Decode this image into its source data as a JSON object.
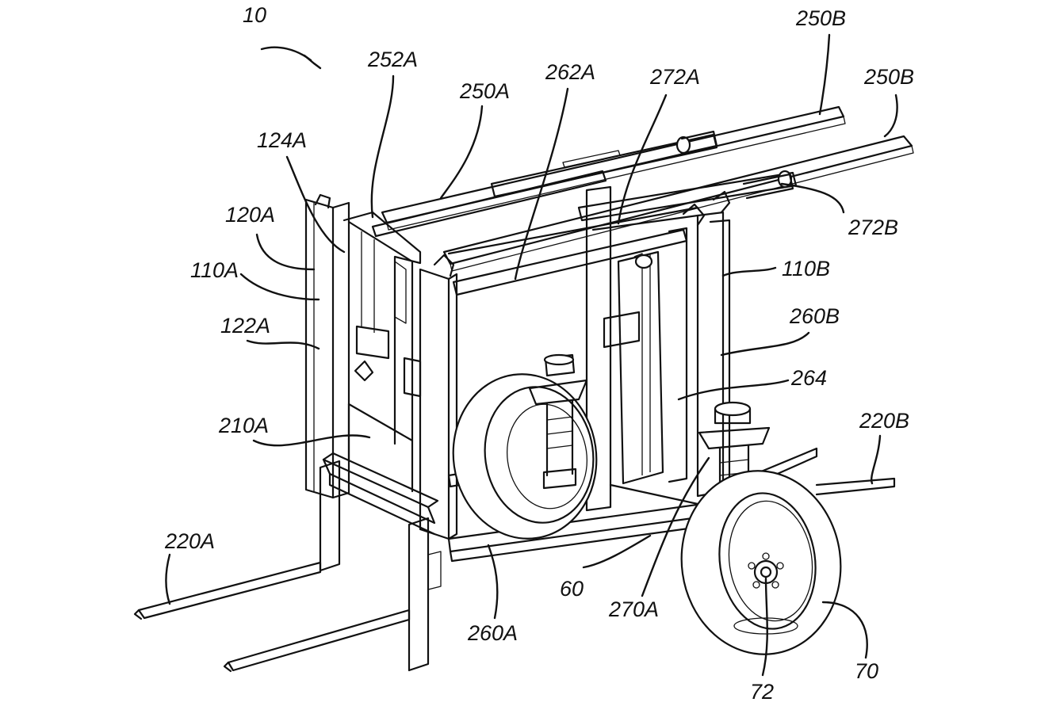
{
  "labels": {
    "l10": "10",
    "l252A": "252A",
    "l250A": "250A",
    "l262A": "262A",
    "l272A": "272A",
    "l250B_top": "250B",
    "l250B": "250B",
    "l272B": "272B",
    "l124A": "124A",
    "l120A": "120A",
    "l110A": "110A",
    "l122A": "122A",
    "l110B": "110B",
    "l260B": "260B",
    "l264": "264",
    "l210A": "210A",
    "l220B": "220B",
    "l220A": "220A",
    "l60": "60",
    "l270A": "270A",
    "l260A": "260A",
    "l70": "70",
    "l72": "72"
  }
}
